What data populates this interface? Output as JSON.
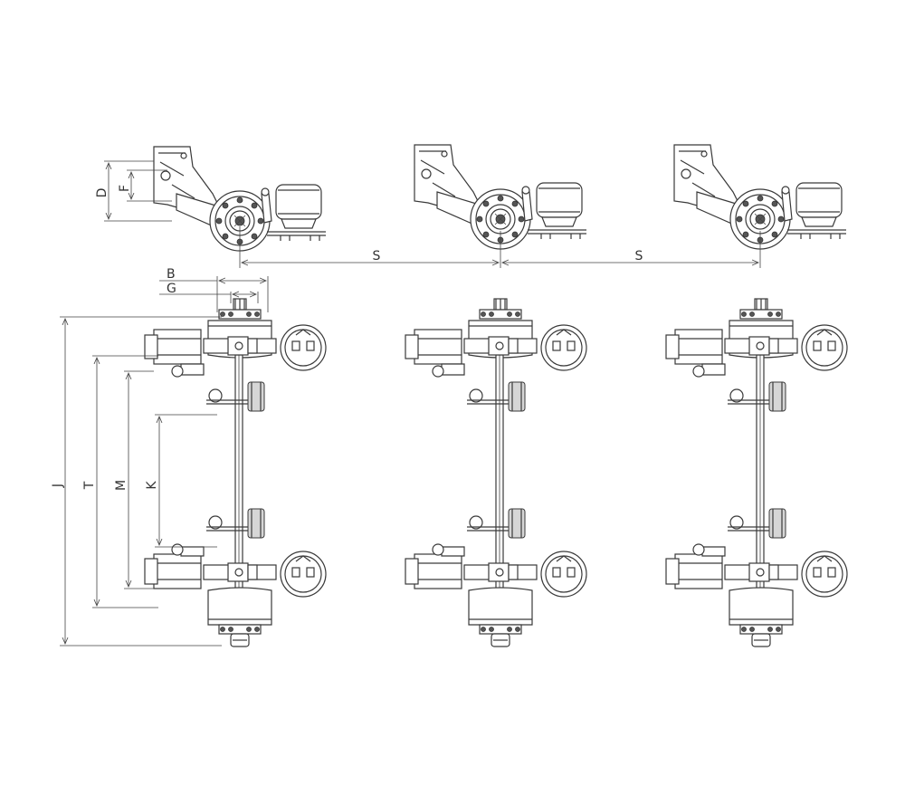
{
  "labels": {
    "D": "D",
    "F": "F",
    "S1": "S",
    "S2": "S",
    "B": "B",
    "G": "G",
    "J": "J",
    "T": "T",
    "M": "M",
    "K": "K"
  },
  "colors": {
    "line": "#3a3a3a",
    "background": "#ffffff",
    "fill_grey": "#d6d6d6"
  }
}
